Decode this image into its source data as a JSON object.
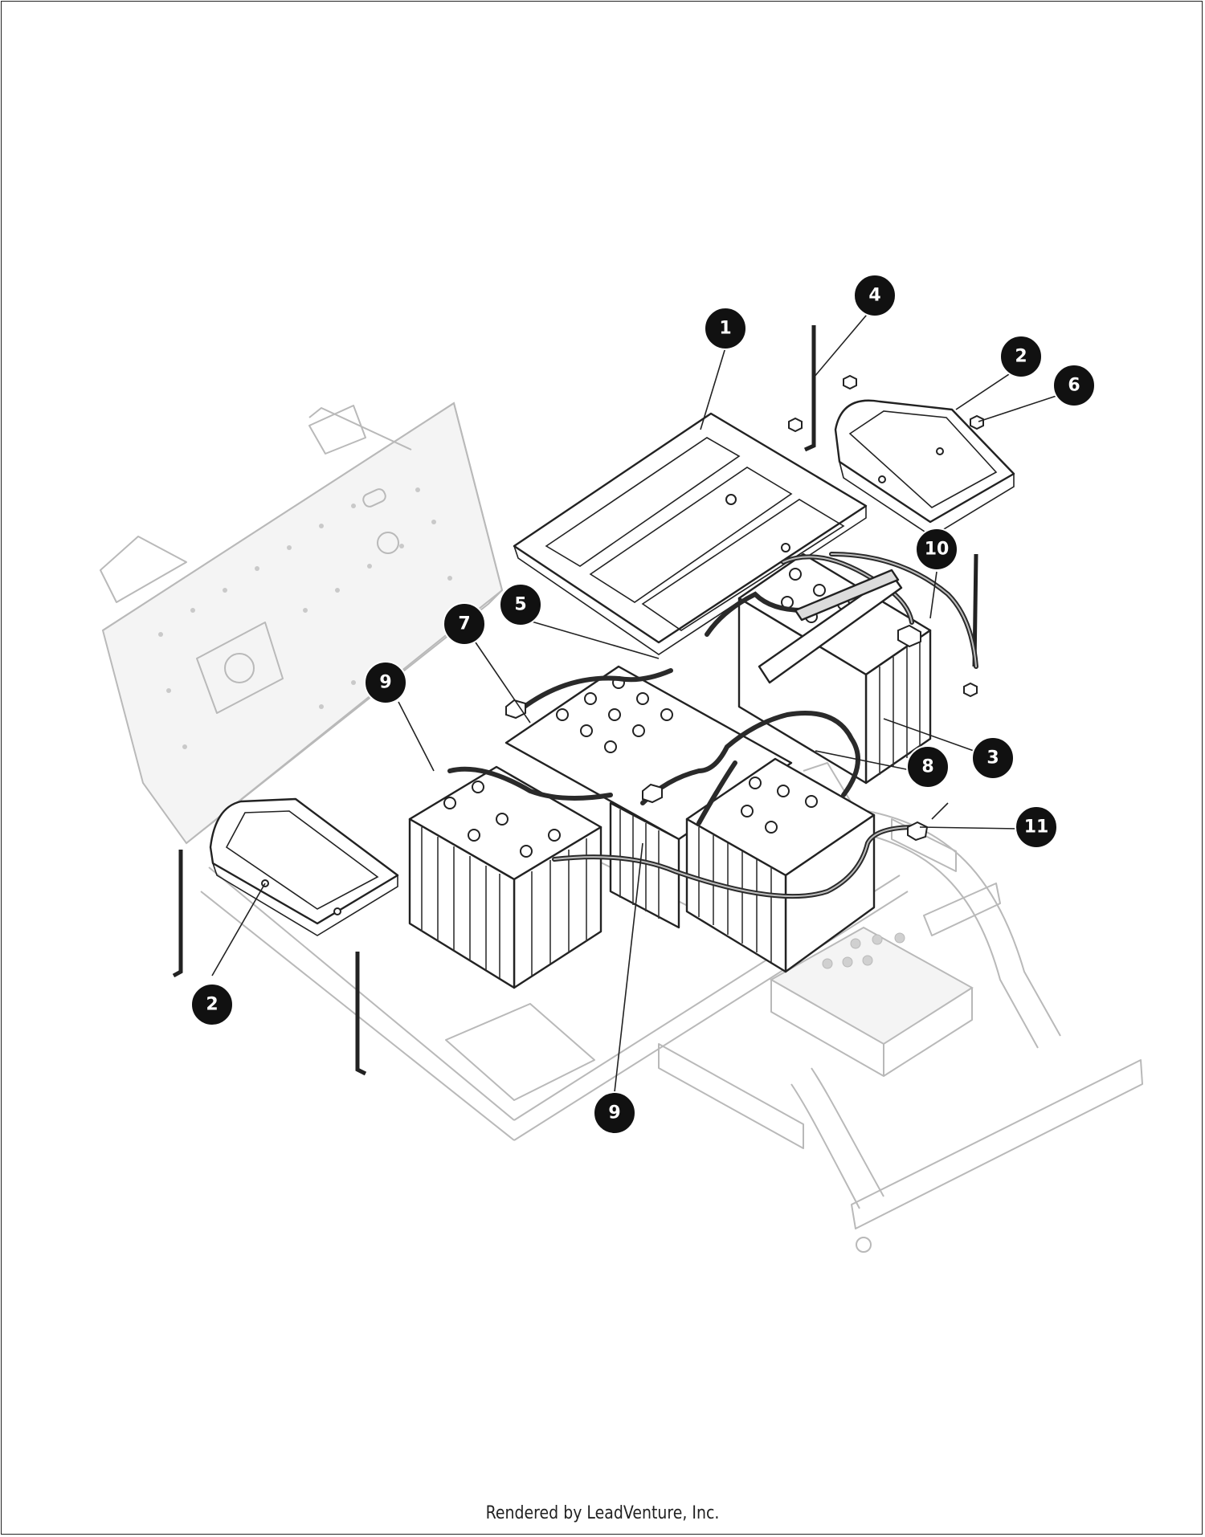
{
  "diagram": {
    "callouts": [
      {
        "id": "callout-1",
        "label": "1"
      },
      {
        "id": "callout-4",
        "label": "4"
      },
      {
        "id": "callout-2-top",
        "label": "2"
      },
      {
        "id": "callout-6",
        "label": "6"
      },
      {
        "id": "callout-10",
        "label": "10"
      },
      {
        "id": "callout-5",
        "label": "5"
      },
      {
        "id": "callout-7",
        "label": "7"
      },
      {
        "id": "callout-9-upper",
        "label": "9"
      },
      {
        "id": "callout-3",
        "label": "3"
      },
      {
        "id": "callout-8",
        "label": "8"
      },
      {
        "id": "callout-11",
        "label": "11"
      },
      {
        "id": "callout-2-bottom",
        "label": "2"
      },
      {
        "id": "callout-9-lower",
        "label": "9"
      }
    ]
  },
  "footer": {
    "text": "Rendered by LeadVenture, Inc."
  }
}
